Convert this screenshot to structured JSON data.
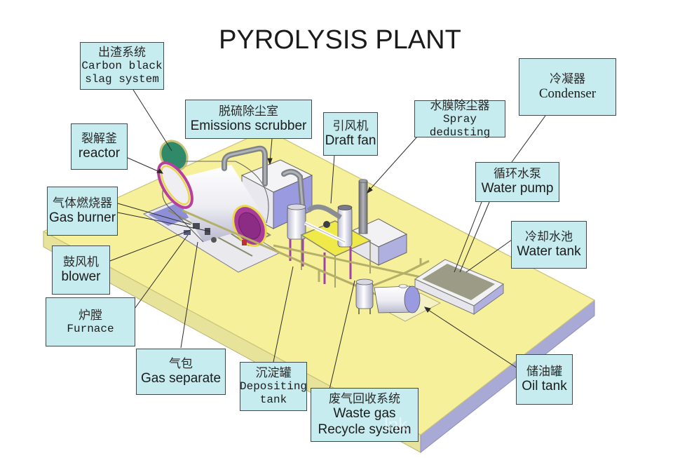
{
  "title": "PYROLYSIS PLANT",
  "colors": {
    "platform_top": "#f6f09a",
    "platform_side": "#a9a9d6",
    "label_bg": "#c6ecf0",
    "reactor_body": "#f3f3f6",
    "reactor_ring": "#b8409a",
    "door_green": "#2f8a6a",
    "pipe_gray": "#8a8d91",
    "water": "#9c9c86"
  },
  "labels": {
    "carbon_black": {
      "zh": "出渣系统",
      "en1": "Carbon black",
      "en2": "slag system"
    },
    "scrubber": {
      "zh": "脱硫除尘室",
      "en": "Emissions scrubber"
    },
    "draft_fan": {
      "zh": "引风机",
      "en": "Draft fan"
    },
    "spray": {
      "zh": "水膜除尘器",
      "en": "Spray dedusting"
    },
    "condenser": {
      "zh": "冷凝器",
      "en": "Condenser"
    },
    "reactor": {
      "zh": "裂解釜",
      "en": "reactor"
    },
    "water_pump": {
      "zh": "循环水泵",
      "en": "Water pump"
    },
    "gas_burner": {
      "zh": "气体燃烧器",
      "en": "Gas burner"
    },
    "water_tank": {
      "zh": "冷却水池",
      "en": "Water tank"
    },
    "blower": {
      "zh": "鼓风机",
      "en": "blower"
    },
    "furnace": {
      "zh": "炉膛",
      "en": "Furnace"
    },
    "gas_separate": {
      "zh": "气包",
      "en": "Gas separate"
    },
    "depositing": {
      "zh": "沉淀罐",
      "en1": "Depositing",
      "en2": "tank"
    },
    "waste_gas": {
      "zh": "废气回收系统",
      "en1": "Waste gas",
      "en2": "Recycle system"
    },
    "oil_tank": {
      "zh": "储油罐",
      "en": "Oil tank"
    }
  },
  "watermark": "lnk"
}
